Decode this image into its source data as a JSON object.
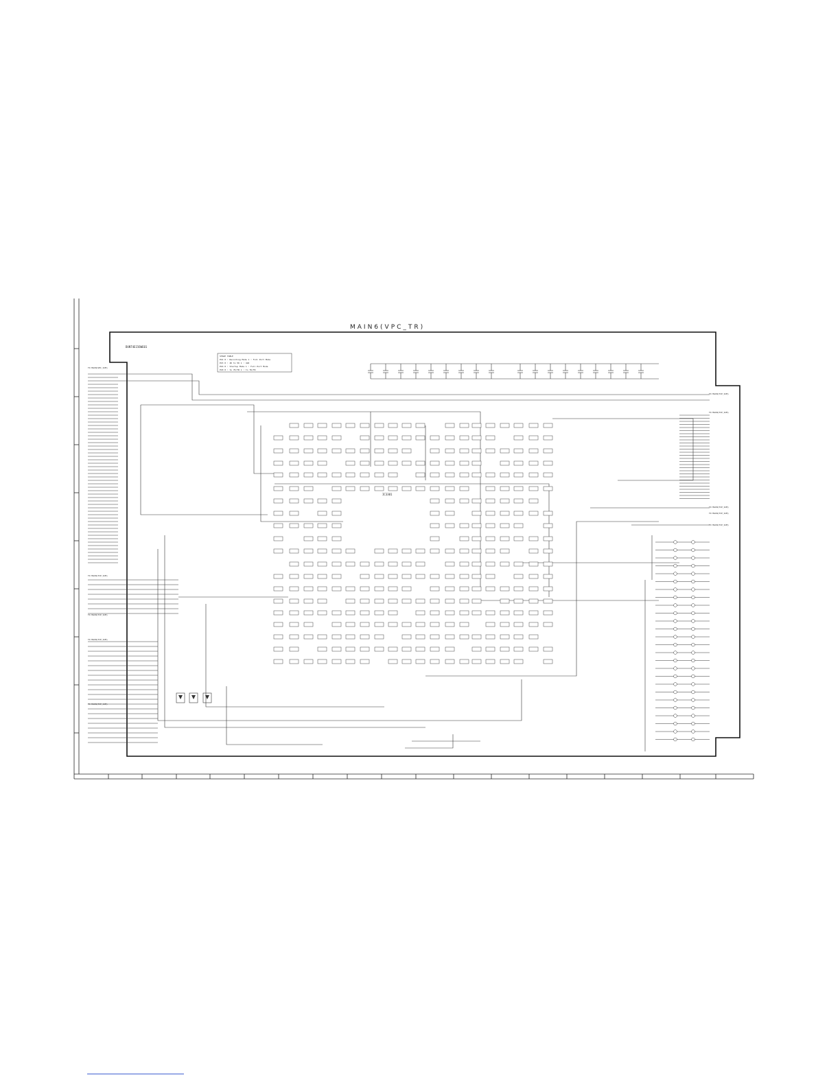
{
  "diagram": {
    "title": "MAIN6(VPC_TR)",
    "part_number": "DUNT4E156WE01",
    "ic_designator": "IC3301",
    "strap_table": {
      "heading": "STRAP TABLE",
      "rows": [
        "P14  0 : Recording Mode    1 : Full Port Mode",
        "P15  0 : 4K to 5K          1 : 4G5",
        "P16  0 : Startup Mode      1 : Full Port Mode",
        "P18  0 : to 7K/TR          1 : to 7K/TR"
      ]
    },
    "left_connector_labels": [
      "TO MAIN(VPC_SCM)",
      "TO MAIN(TCP_SCM)",
      "TO MAIN(TCP_SCM)",
      "TO MAIN(TCP_SCM)",
      "TO MAIN(TCP_SCM)"
    ],
    "right_connector_labels": [
      "TO MAIN(TCP_SCM)",
      "TO MAIN(TCP_SCM)",
      "TO MAIN(TCP_SCM)",
      "TO MAIN(TCP_SCM)",
      "TO MAIN(TCP_SCM)"
    ]
  }
}
